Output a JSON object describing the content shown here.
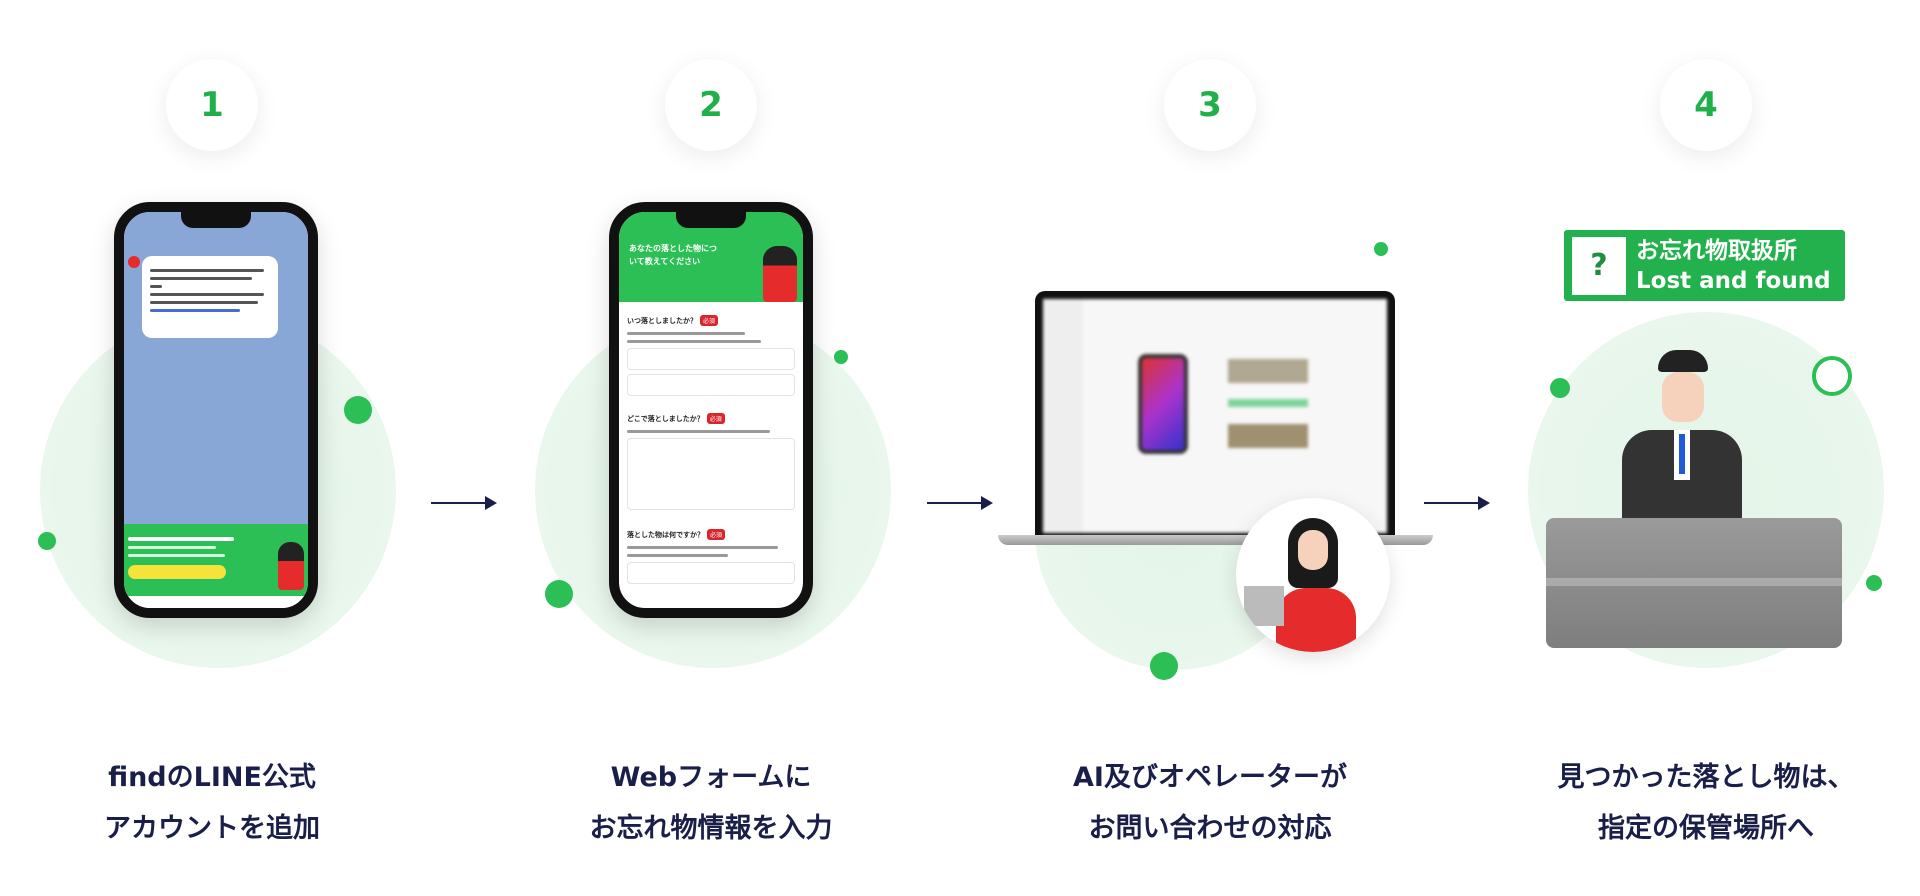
{
  "steps": [
    {
      "number": "1",
      "caption_line1": "findのLINE公式",
      "caption_line2": "アカウントを追加"
    },
    {
      "number": "2",
      "caption_line1": "Webフォームに",
      "caption_line2": "お忘れ物情報を入力"
    },
    {
      "number": "3",
      "caption_line1": "AI及びオペレーターが",
      "caption_line2": "お問い合わせの対応"
    },
    {
      "number": "4",
      "caption_line1": "見つかった落とし物は、",
      "caption_line2": "指定の保管場所へ"
    }
  ],
  "form": {
    "header": "あなたの落とした物について教えてください",
    "q1": "いつ落としましたか？",
    "q2": "どこで落としましたか？",
    "q3": "落とした物は何ですか？",
    "required": "必須"
  },
  "sign": {
    "title_ja": "お忘れ物取扱所",
    "title_en": "Lost and found"
  },
  "colors": {
    "accent": "#2bbf55",
    "text": "#1a1f4a",
    "line_bg": "#88a6d6"
  }
}
